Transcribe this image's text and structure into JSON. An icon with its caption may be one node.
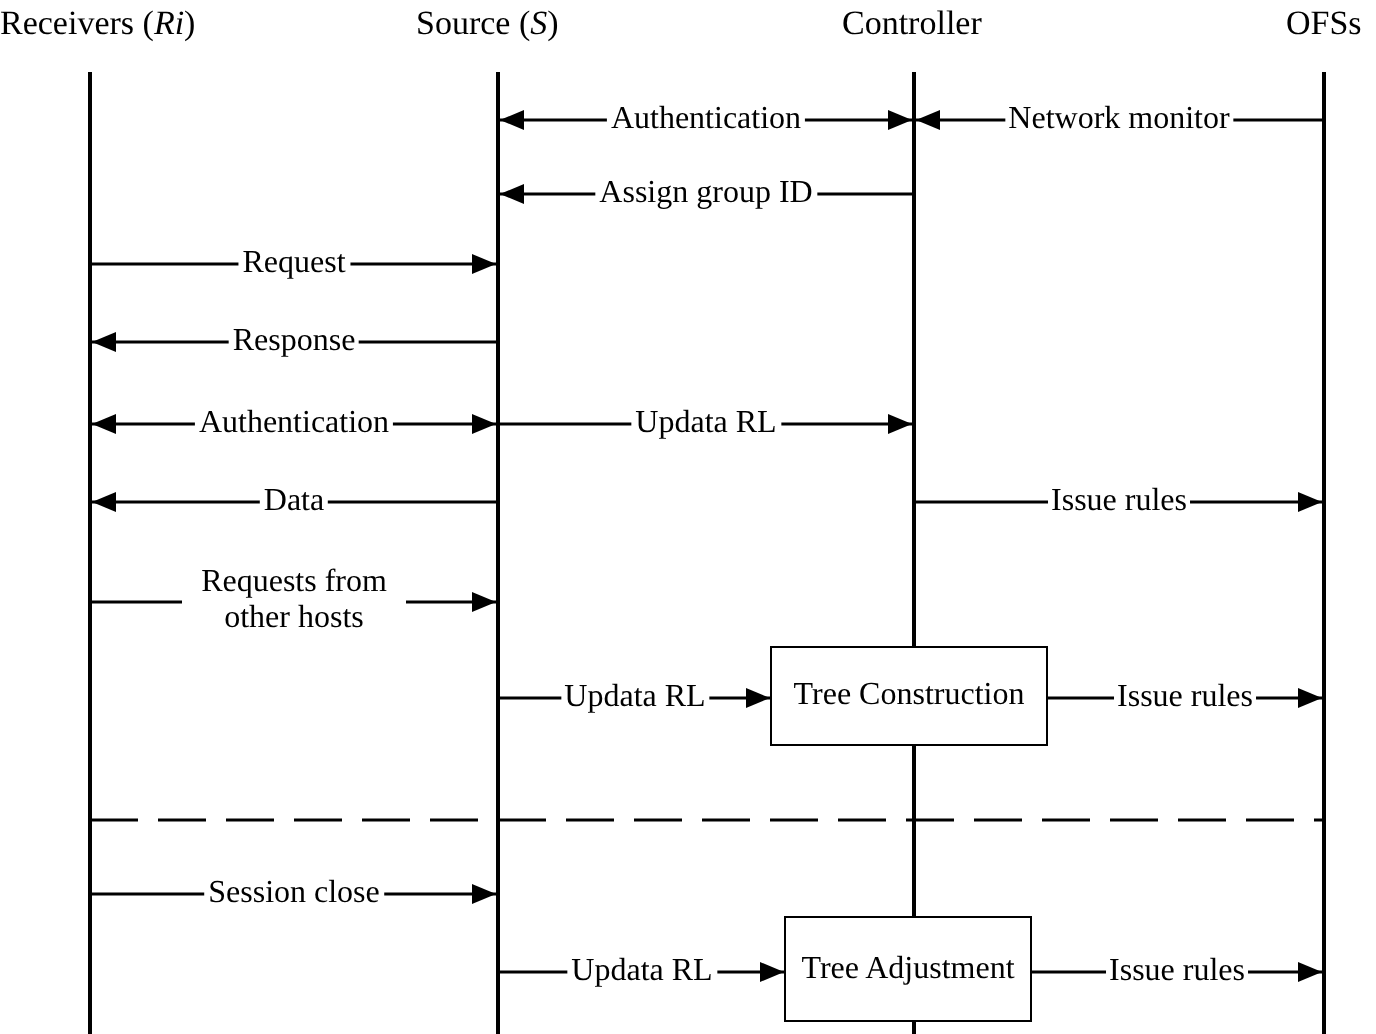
{
  "diagram": {
    "nodes": [
      {
        "text": [],
        "shape": "bar",
        "beside": [
          "Receivers (*Ri*)"
        ]
      },
      {
        "text": [],
        "shape": "bar",
        "beside": [
          "Source (*S*)"
        ]
      },
      {
        "text": [],
        "shape": "bar",
        "beside": [
          "Controller"
        ]
      },
      {
        "text": [],
        "shape": "bar",
        "beside": [
          "OFSs"
        ]
      },
      {
        "text": [
          "Tree Construction"
        ]
      },
      {
        "text": [
          "Tree Adjustment"
        ]
      }
    ],
    "edges": [
      {
        "from": 1,
        "to": 2,
        "arrow": "both",
        "label": "Authentication"
      },
      {
        "from": 3,
        "to": 2,
        "arrow": "to",
        "label": "Network monitor"
      },
      {
        "from": 2,
        "to": 1,
        "arrow": "to",
        "label": "Assign group ID"
      },
      {
        "from": 0,
        "to": 1,
        "arrow": "to",
        "label": "Request"
      },
      {
        "from": 1,
        "to": 0,
        "arrow": "to",
        "label": "Response"
      },
      {
        "from": 0,
        "to": 1,
        "arrow": "both",
        "label": "Authentication"
      },
      {
        "from": 1,
        "to": 2,
        "arrow": "to",
        "label": "Updata RL"
      },
      {
        "from": 1,
        "to": 0,
        "arrow": "to",
        "label": "Data"
      },
      {
        "from": 2,
        "to": 3,
        "arrow": "to",
        "label": "Issue rules"
      },
      {
        "from": 0,
        "to": 1,
        "arrow": "to",
        "label": "Requests from other hosts"
      },
      {
        "from": 1,
        "to": 4,
        "arrow": "to",
        "label": "Updata RL"
      },
      {
        "from": 4,
        "to": 3,
        "arrow": "to",
        "label": "Issue rules"
      },
      {
        "from": 0,
        "to": 1,
        "arrow": "to",
        "label": "Session close"
      },
      {
        "from": 1,
        "to": 5,
        "arrow": "to",
        "label": "Updata RL"
      },
      {
        "from": 5,
        "to": 3,
        "arrow": "to",
        "label": "Issue rules"
      }
    ]
  }
}
